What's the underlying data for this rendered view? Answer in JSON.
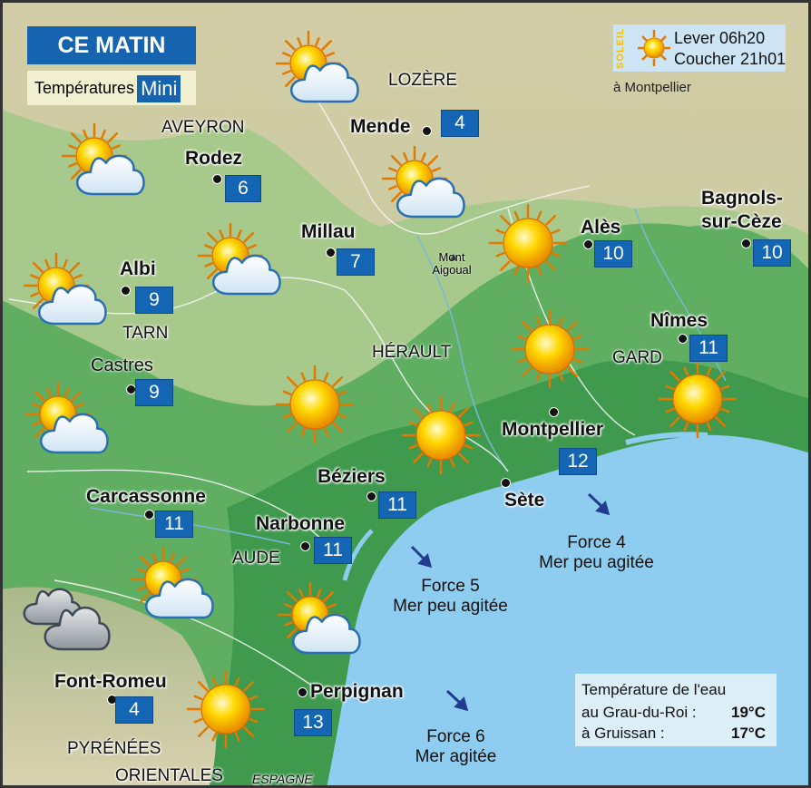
{
  "header": {
    "title": "CE MATIN",
    "subtitle_label": "Températures",
    "subtitle_value": "Mini"
  },
  "sun_info": {
    "vertical_label": "SOLEIL",
    "sunrise": "Lever 06h20",
    "sunset": "Coucher 21h01",
    "reference_city": "à Montpellier"
  },
  "regions": [
    {
      "id": "lozere",
      "label": "LOZÈRE"
    },
    {
      "id": "aveyron",
      "label": "AVEYRON"
    },
    {
      "id": "tarn",
      "label": "TARN"
    },
    {
      "id": "herault",
      "label": "HÉRAULT"
    },
    {
      "id": "gard",
      "label": "GARD"
    },
    {
      "id": "aude",
      "label": "AUDE"
    },
    {
      "id": "pyrenees",
      "label": "PYRÉNÉES"
    },
    {
      "id": "orientales",
      "label": "ORIENTALES"
    },
    {
      "id": "espagne",
      "label": "ESPAGNE"
    }
  ],
  "landmark": {
    "line1": "Mont",
    "line2": "Aigoual"
  },
  "cities": [
    {
      "id": "mende",
      "name": "Mende",
      "temp": "4"
    },
    {
      "id": "rodez",
      "name": "Rodez",
      "temp": "6"
    },
    {
      "id": "millau",
      "name": "Millau",
      "temp": "7"
    },
    {
      "id": "albi",
      "name": "Albi",
      "temp": "9"
    },
    {
      "id": "castres",
      "name": "Castres",
      "temp": "9"
    },
    {
      "id": "ales",
      "name": "Alès",
      "temp": "10"
    },
    {
      "id": "bagnols",
      "name_line1": "Bagnols-",
      "name_line2": "sur-Cèze",
      "temp": "10"
    },
    {
      "id": "nimes",
      "name": "Nîmes",
      "temp": "11"
    },
    {
      "id": "montpellier",
      "name": "Montpellier",
      "temp": "12"
    },
    {
      "id": "beziers",
      "name": "Béziers",
      "temp": "11"
    },
    {
      "id": "sete",
      "name": "Sète",
      "temp": ""
    },
    {
      "id": "carcassonne",
      "name": "Carcassonne",
      "temp": "11"
    },
    {
      "id": "narbonne",
      "name": "Narbonne",
      "temp": "11"
    },
    {
      "id": "perpignan",
      "name": "Perpignan",
      "temp": "13"
    },
    {
      "id": "fontromeu",
      "name": "Font-Romeu",
      "temp": "4"
    }
  ],
  "sea_states": [
    {
      "id": "east",
      "force": "Force 4",
      "state": "Mer peu agitée"
    },
    {
      "id": "middle",
      "force": "Force 5",
      "state": "Mer peu agitée"
    },
    {
      "id": "south",
      "force": "Force 6",
      "state": "Mer agitée"
    }
  ],
  "water_temp": {
    "title": "Température de l'eau",
    "line1_label": "au Grau-du-Roi :",
    "line1_value": "19°C",
    "line2_label": "à Gruissan :",
    "line2_value": "17°C"
  },
  "weather_icons": [
    {
      "id": "lozere-west",
      "kind": "sun-cloud"
    },
    {
      "id": "mende-south",
      "kind": "sun-cloud"
    },
    {
      "id": "aveyron-west",
      "kind": "sun-cloud"
    },
    {
      "id": "rodez-south",
      "kind": "sun-cloud"
    },
    {
      "id": "albi-west",
      "kind": "sun-cloud"
    },
    {
      "id": "castres-west",
      "kind": "sun-cloud"
    },
    {
      "id": "ales-west",
      "kind": "sun"
    },
    {
      "id": "gard-west",
      "kind": "sun"
    },
    {
      "id": "nimes-south",
      "kind": "sun"
    },
    {
      "id": "herault-west",
      "kind": "sun"
    },
    {
      "id": "beziers-east",
      "kind": "sun"
    },
    {
      "id": "aude-south",
      "kind": "sun-cloud"
    },
    {
      "id": "narbonne-south",
      "kind": "sun-cloud"
    },
    {
      "id": "pyrenees-west",
      "kind": "cloudy"
    },
    {
      "id": "perpignan-west",
      "kind": "sun"
    }
  ],
  "colors": {
    "sea": "#8fcdf0",
    "plain": "#3f9a4e",
    "hills": "#9ec58a",
    "mountains": "#c9c4a0",
    "label_box": "#1565b5",
    "sun": "#f8c300",
    "sun_rays": "#e07a00"
  }
}
